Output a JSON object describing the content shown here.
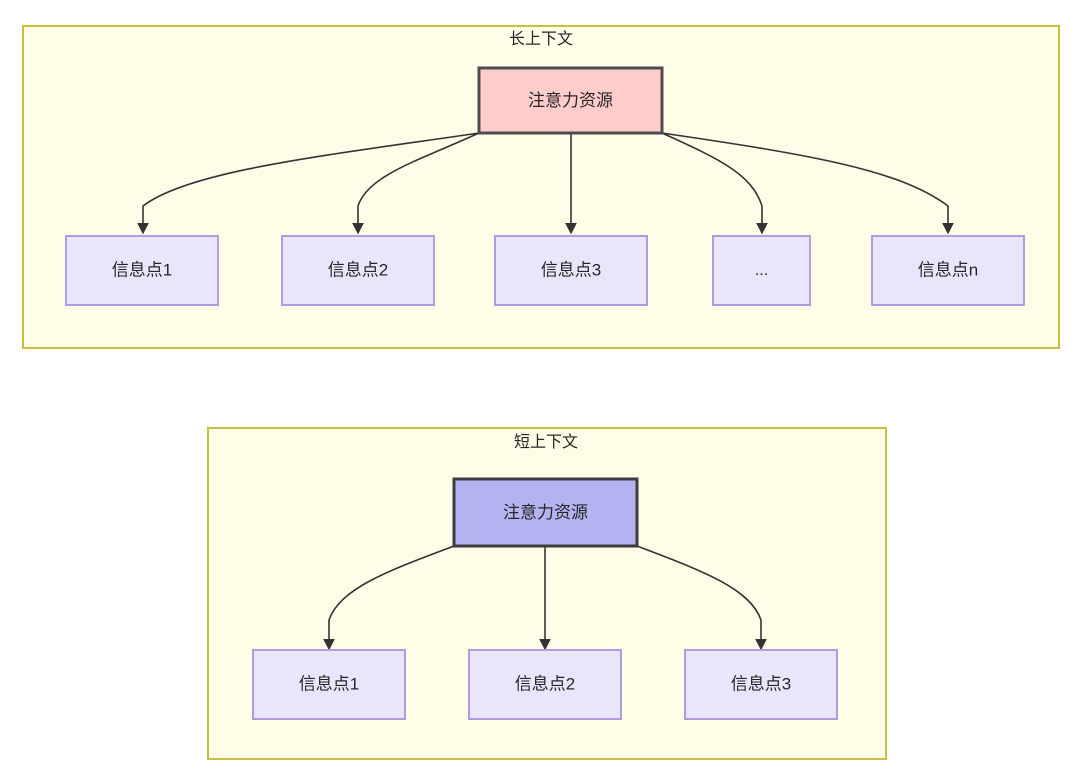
{
  "colors": {
    "panel_fill": "#fffce8",
    "panel_border": "#c8c03c",
    "root_long_fill": "#ffcccc",
    "root_long_border": "#4d4d4d",
    "root_short_fill": "#b3b3f2",
    "root_short_border": "#3d3d3d",
    "leaf_fill": "#e9e6fc",
    "leaf_border": "#b29ae0",
    "edge": "#333333",
    "text": "#262626",
    "page_background": "#ffffff"
  },
  "panels": [
    {
      "id": "long-context",
      "title": "长上下文",
      "root": {
        "label": "注意力资源"
      },
      "leaves": [
        {
          "label": "信息点1"
        },
        {
          "label": "信息点2"
        },
        {
          "label": "信息点3"
        },
        {
          "label": "..."
        },
        {
          "label": "信息点n"
        }
      ]
    },
    {
      "id": "short-context",
      "title": "短上下文",
      "root": {
        "label": "注意力资源"
      },
      "leaves": [
        {
          "label": "信息点1"
        },
        {
          "label": "信息点2"
        },
        {
          "label": "信息点3"
        }
      ]
    }
  ]
}
